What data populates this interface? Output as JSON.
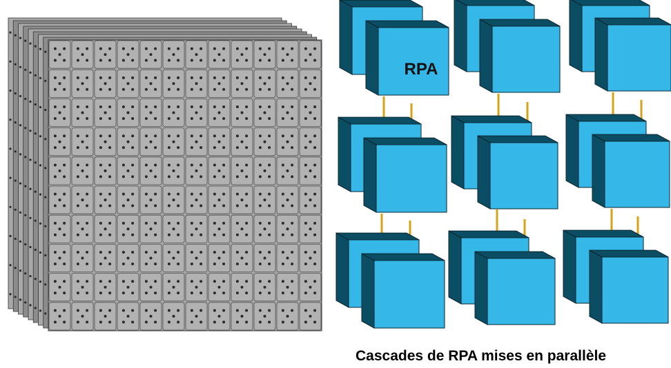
{
  "figure": {
    "block_label": "RPA",
    "caption": "Cascades de RPA mises en parallèle"
  },
  "colors": {
    "cube_front": "#35b8e8",
    "cube_side": "#0b4d63",
    "cube_edge": "#0a2530",
    "arrow": "#d7a21a",
    "lattice_body": "#9a9a9a",
    "lattice_face": "#a4a4a4",
    "lattice_edge": "#333333",
    "lattice_hole": "#2a2a2a"
  },
  "lattice": {
    "rows": 10,
    "cols": 12,
    "layers": 8
  },
  "cascade": {
    "columns": 3,
    "stages_per_column": 3,
    "labeled_block": "top-left front block"
  }
}
